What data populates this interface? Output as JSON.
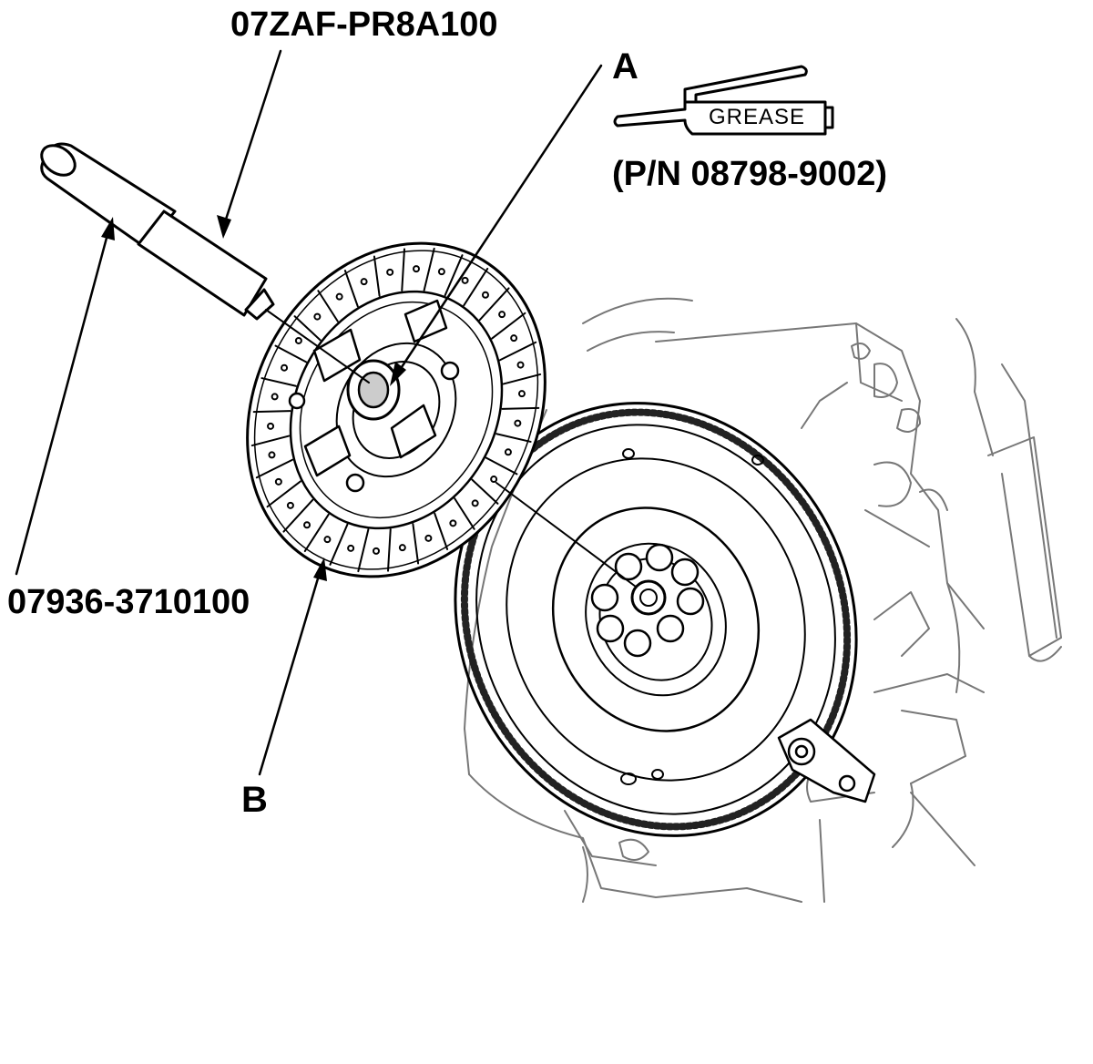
{
  "labels": {
    "tool_top": "07ZAF-PR8A100",
    "tool_left": "07936-3710100",
    "callout_a": "A",
    "callout_b": "B",
    "grease_text": "GREASE",
    "part_number": "(P/N 08798-9002)"
  },
  "icons": {
    "grease_tube": "grease-tube-icon"
  }
}
